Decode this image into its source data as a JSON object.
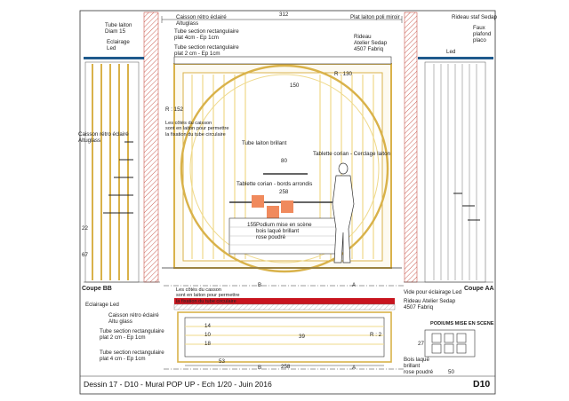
{
  "drawing": {
    "title": "Dessin 17 - D10 - Mural POP UP - Ech 1/20 - Juin 2016",
    "code": "D10"
  },
  "sections": {
    "left_cut": "Coupe BB",
    "right_cut": "Coupe AA",
    "podium_detail_title": "PODIUMS MISE EN SCENE"
  },
  "labels": {
    "tube_laiton_diam15": "Tube laiton\nDiam 15",
    "eclairage_led_top": "Eclairage\nLed",
    "caisson_retro_left": "Caisson rétro éclairé\nAltuglass",
    "eclairage_led_bottom": "Eclairage Led",
    "caisson_retro_center": "Caisson rétro éclairé\nAltuglass",
    "tube_section_4cm": "Tube section rectangulaire\nplat 4cm - Ep 1cm",
    "tube_section_2cm": "Tube section rectangulaire\nplat 2 cm - Ep 1cm",
    "plat_laiton": "Plat laiton poli miroir",
    "rideau_atelier": "Rideau\nAtelier Sedap\n4507 Fabriq",
    "rideau_staf": "Rideau staf Sedap",
    "faux_plafond": "Faux\nplafond\nplaco",
    "led": "Led",
    "cotes_caisson_top": "Les côtés du caisson\nsont en laiton pour permettre\nla fixation du tube circulaire",
    "tube_laiton_brillant": "Tube laiton brillant",
    "tablette_cerclage": "Tablette corian - Cerclage laiton",
    "tablette_bords": "Tablette corian - bords arrondis",
    "podium_scene": "Podium mise en scène\nbois laqué brillant\nrose poudré",
    "cotes_caisson_plan": "Les côtés du casson\nsont en laiton pour permettre\nla fixation du tube circulaire",
    "vide_eclairage": "Vide pour éclairage Led",
    "rideau_atelier_plan": "Rideau Atelier Sedap\n4507 Fabriq",
    "caisson_retro_plan": "Caisson rétro éclairé\nAltu glass",
    "tube_plat_2cm": "Tube section rectangulaire\nplat 2 cm - Ep 1cm",
    "tube_plat_4cm": "Tube section rectangulaire\nplat 4 cm - Ep 1cm",
    "bois_laque": "Bois laqué\nbrillant\nrose poudré"
  },
  "dimensions": {
    "total_width": "312",
    "radius_130": "R : 130",
    "radius_152": "R : 152",
    "width_150": "150",
    "width_80": "80",
    "width_258_elev": "258",
    "height_22": "22",
    "height_67": "67",
    "height_155": "155",
    "dim_53": "53",
    "width_258_plan": "258",
    "dim_14": "14",
    "dim_10": "10",
    "dim_18": "18",
    "dim_39": "39",
    "dim_27": "27",
    "dim_50": "50",
    "dim_r2": "R : 2"
  },
  "markers": {
    "a": "A",
    "b": "B"
  },
  "colors": {
    "brass": "#d9b24a",
    "brass_light": "#efd98a",
    "wall_hatch": "#c0392b",
    "ceiling_blue": "#1f5a8c",
    "podium_pink": "#f08a5d",
    "red_band": "#c8141e",
    "line": "#333333"
  }
}
